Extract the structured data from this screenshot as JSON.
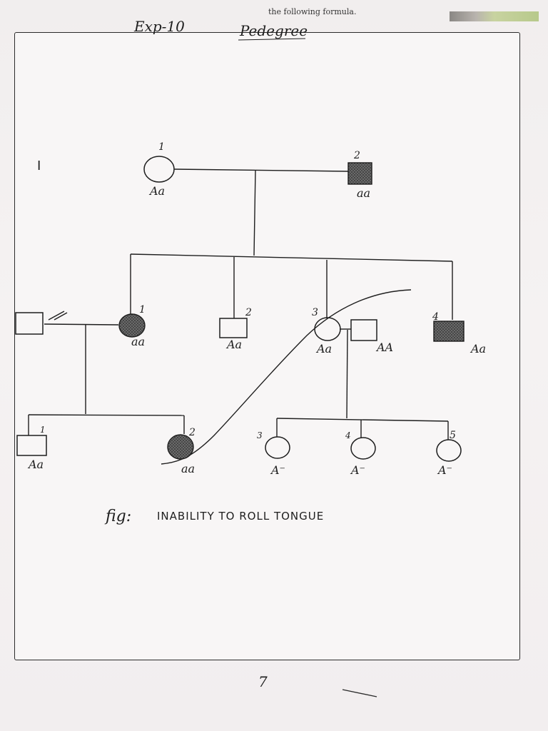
{
  "header": {
    "experiment": "Exp-10",
    "title": "Pedegree",
    "cut_text": "the following formula."
  },
  "generation_label": "I",
  "individuals": {
    "g1_1": {
      "number": "1",
      "genotype": "Aa"
    },
    "g1_2": {
      "number": "2",
      "genotype": "aa"
    },
    "g2_1": {
      "number": "1",
      "genotype": "aa"
    },
    "g2_2": {
      "number": "2",
      "genotype": "Aa"
    },
    "g2_3": {
      "number": "3",
      "genotype": "Aa"
    },
    "g2_3_spouse": {
      "genotype": "AA"
    },
    "g2_4": {
      "number": "4",
      "genotype": "Aa"
    },
    "g3_1": {
      "number": "1",
      "genotype": "Aa"
    },
    "g3_2": {
      "number": "2",
      "genotype": "aa"
    },
    "g3_3": {
      "number": "3",
      "genotype": "A⁻"
    },
    "g3_4": {
      "number": "4",
      "genotype": "A⁻"
    },
    "g3_5": {
      "number": "5",
      "genotype": "A⁻"
    }
  },
  "caption": {
    "prefix": "fig:",
    "text": "INABILITY TO ROLL TONGUE"
  },
  "page_number": "7",
  "colors": {
    "ink": "#1e1e1e",
    "affected_fill": "#4a4a4a",
    "paper": "#f8f6f6"
  }
}
